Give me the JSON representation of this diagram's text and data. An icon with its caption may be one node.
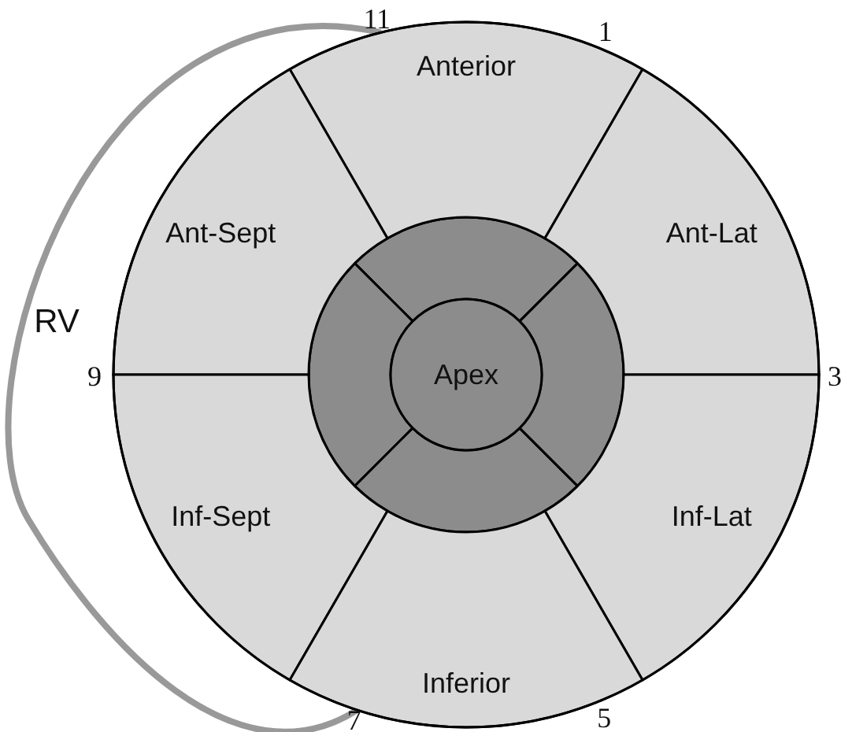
{
  "diagram": {
    "nodes": [
      {
        "text": [
          "Anterior"
        ]
      },
      {
        "text": [
          "Ant-Sept"
        ]
      },
      {
        "text": [
          "Ant-Lat"
        ]
      },
      {
        "text": [
          "Apex"
        ]
      },
      {
        "text": [
          "Inf-Sept"
        ]
      },
      {
        "text": [
          "Inf-Lat"
        ]
      },
      {
        "text": [
          "Inferior"
        ]
      }
    ],
    "labels": [
      "11",
      "1",
      "RV",
      "9",
      "3",
      "7",
      "5"
    ]
  }
}
